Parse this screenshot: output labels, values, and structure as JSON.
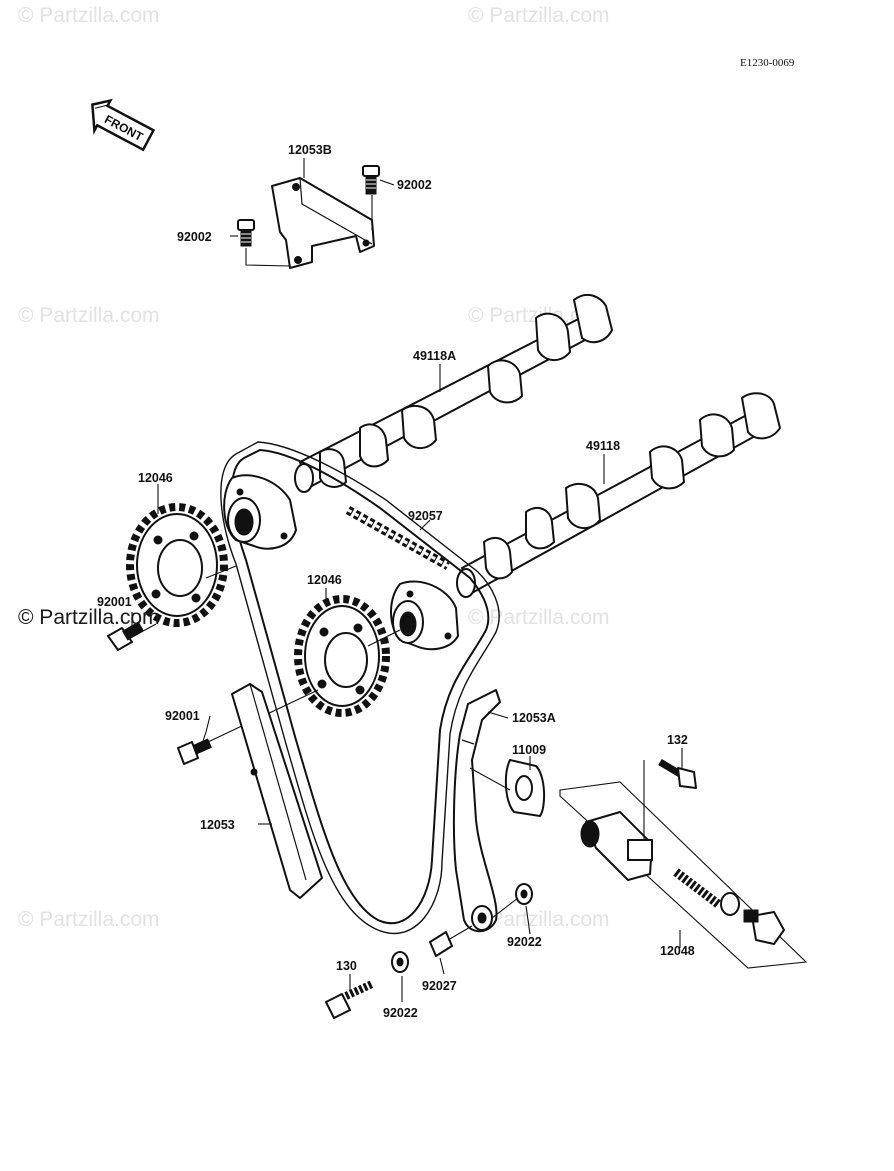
{
  "diagram": {
    "code": "E1230-0069",
    "front_label": "FRONT",
    "watermark": "© Partzilla.com",
    "watermark_overlay": "© Partzilla.com",
    "parts": {
      "p12053B": "12053B",
      "p92002a": "92002",
      "p92002b": "92002",
      "p49118A": "49118A",
      "p49118": "49118",
      "p12046a": "12046",
      "p12046b": "12046",
      "p92057": "92057",
      "p92001a": "92001",
      "p92001b": "92001",
      "p12053A": "12053A",
      "p11009": "11009",
      "p132": "132",
      "p12053": "12053",
      "p12048": "12048",
      "p130": "130",
      "p92022a": "92022",
      "p92022b": "92022",
      "p92027": "92027"
    }
  }
}
